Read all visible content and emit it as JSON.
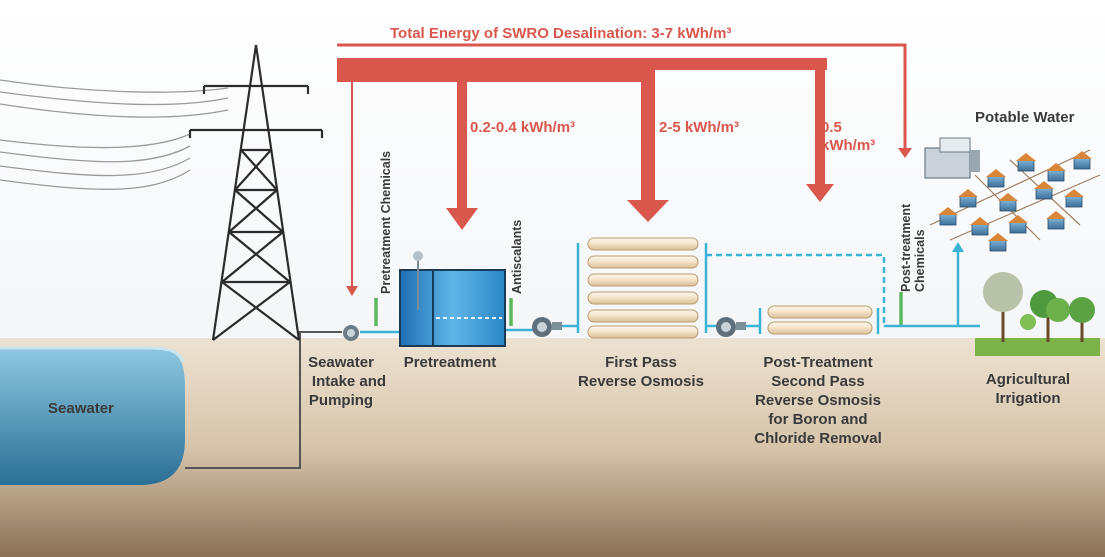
{
  "diagram": {
    "title": "Total Energy of SWRO Desalination: 3-7 kWh/m³",
    "energy": {
      "pretreatment": "0.2-0.4 kWh/m³",
      "first_pass": "2-5 kWh/m³",
      "post_treatment_line1": "0.5",
      "post_treatment_line2": "kWh/m³"
    },
    "chemicals": {
      "pretreatment": "Pretreatment Chemicals",
      "antiscalants": "Antiscalants",
      "post_treatment_line1": "Post-treatment",
      "post_treatment_line2": "Chemicals"
    },
    "stages": {
      "seawater": "Seawater",
      "intake": [
        "Seawater",
        "Intake and",
        "Pumping"
      ],
      "pretreatment": "Pretreatment",
      "first_pass": [
        "First Pass",
        "Reverse Osmosis"
      ],
      "second_pass": [
        "Post-Treatment",
        "Second Pass",
        "Reverse Osmosis",
        "for Boron and",
        "Chloride Removal"
      ],
      "potable": "Potable Water",
      "irrigation": [
        "Agricultural",
        "Irrigation"
      ]
    },
    "colors": {
      "energy_arrow": "#d9574c",
      "water_line": "#3bb3d6",
      "chemical_line": "#5cb85c",
      "ground": "#d8c8b0",
      "seawater": "#2e7ea8"
    }
  }
}
